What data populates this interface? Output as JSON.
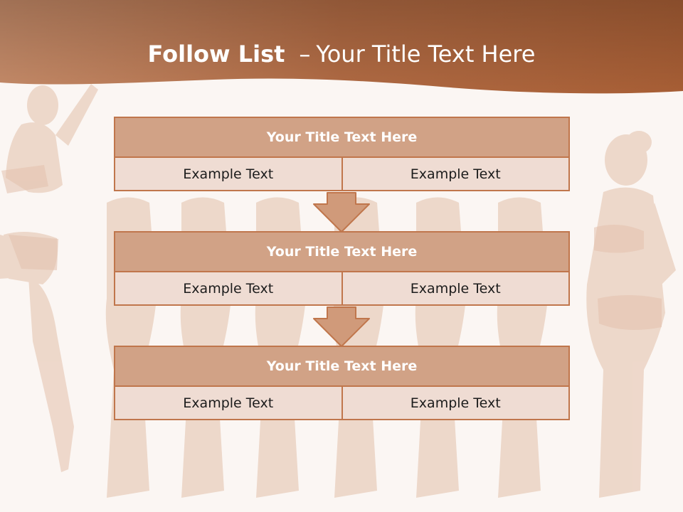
{
  "header": {
    "title_bold": "Follow List",
    "title_dash": "–",
    "title_rest": "Your Title Text Here"
  },
  "blocks": [
    {
      "title": "Your Title Text Here",
      "left": "Example Text",
      "right": "Example Text"
    },
    {
      "title": "Your Title Text Here",
      "left": "Example Text",
      "right": "Example Text"
    },
    {
      "title": "Your Title Text Here",
      "left": "Example Text",
      "right": "Example Text"
    }
  ],
  "colors": {
    "header_gradient_left": "#c78a68",
    "header_gradient_right": "#a85f36",
    "block_title_fill": "#d1a286",
    "block_row_fill": "#efdcd3",
    "block_border": "#c0764c",
    "arrow_fill": "#d09a7a"
  },
  "icons": {
    "flow_arrow": "down-arrow-icon"
  }
}
